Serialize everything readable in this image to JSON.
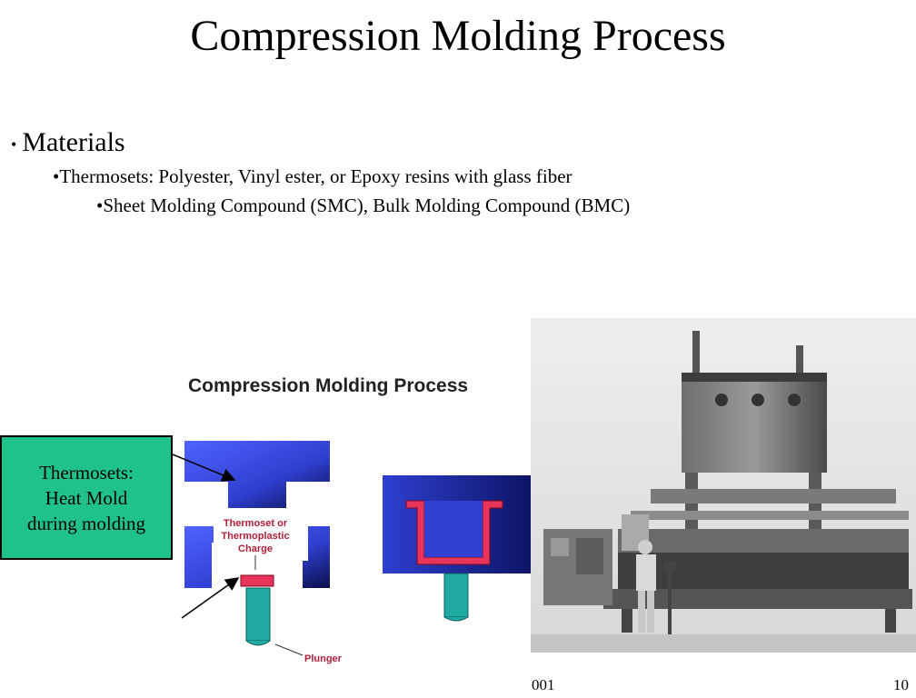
{
  "slide": {
    "title": "Compression Molding Process",
    "bullets": {
      "level1": "Materials",
      "level2": "•Thermosets: Polyester, Vinyl ester, or Epoxy resins with glass fiber",
      "level3": "•Sheet Molding Compound (SMC), Bulk Molding Compound (BMC)"
    }
  },
  "diagram": {
    "title": "Compression Molding Process",
    "charge_label": [
      "Thermoset or",
      "Thermoplastic",
      "Charge"
    ],
    "plunger_label": "Plunger",
    "colors": {
      "mold": "#2f3fd0",
      "charge": "#e8335a",
      "plunger": "#1fa9a0"
    }
  },
  "note": {
    "lines": [
      "Thermosets:",
      "Heat Mold",
      "during molding"
    ],
    "color": "#1ec28a"
  },
  "footer": {
    "left_fragment": "001",
    "page_number": "10"
  }
}
